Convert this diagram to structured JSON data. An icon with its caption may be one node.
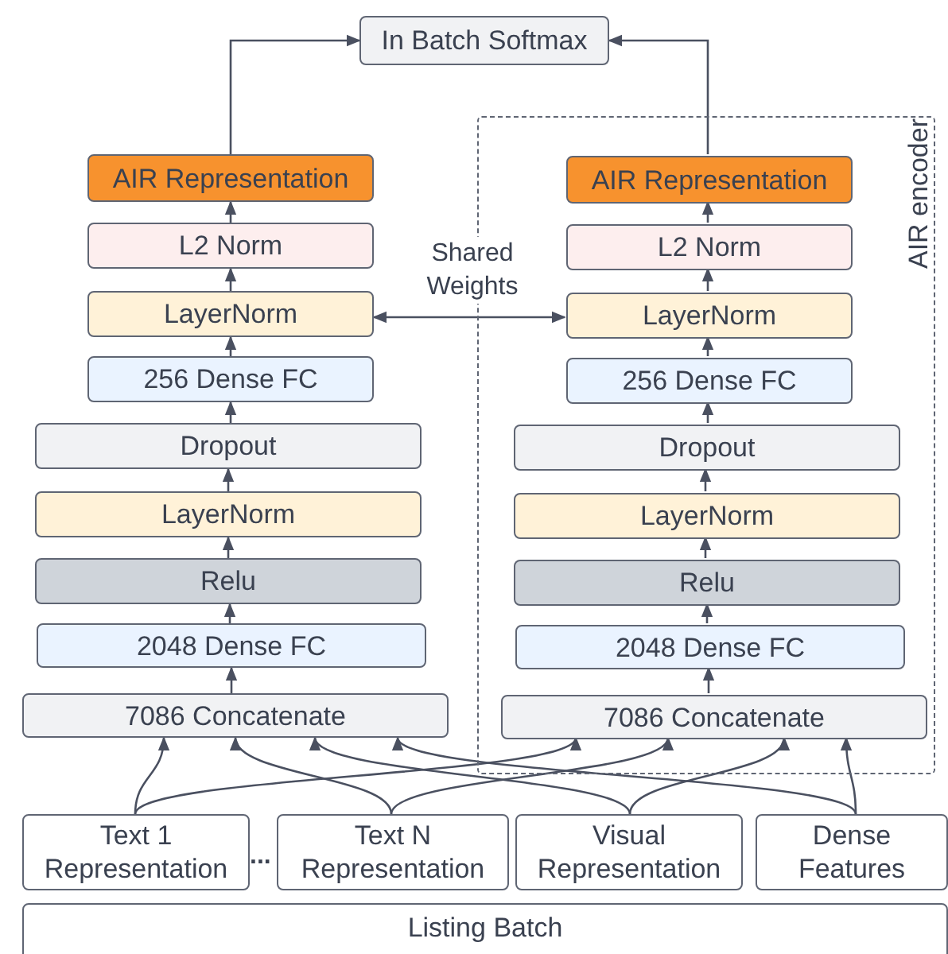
{
  "diagram": {
    "nodes": [
      {
        "text": [
          "In Batch Softmax"
        ]
      },
      {
        "text": [
          "AIR Representation"
        ]
      },
      {
        "text": [
          "L2 Norm"
        ]
      },
      {
        "text": [
          "LayerNorm"
        ]
      },
      {
        "text": [
          "256 Dense FC"
        ]
      },
      {
        "text": [
          "Dropout"
        ]
      },
      {
        "text": [
          "LayerNorm"
        ]
      },
      {
        "text": [
          "Relu"
        ]
      },
      {
        "text": [
          "2048 Dense FC"
        ]
      },
      {
        "text": [
          "7086 Concatenate"
        ]
      },
      {
        "text": [
          "AIR encoder"
        ]
      },
      {
        "text": [
          "AIR Representation"
        ],
        "in": 10
      },
      {
        "text": [
          "L2 Norm"
        ],
        "in": 10
      },
      {
        "text": [
          "LayerNorm"
        ],
        "in": 10
      },
      {
        "text": [
          "256 Dense FC"
        ],
        "in": 10
      },
      {
        "text": [
          "Dropout"
        ],
        "in": 10
      },
      {
        "text": [
          "LayerNorm"
        ],
        "in": 10
      },
      {
        "text": [
          "Relu"
        ],
        "in": 10
      },
      {
        "text": [
          "2048 Dense FC"
        ],
        "in": 10
      },
      {
        "text": [
          "7086 Concatenate"
        ],
        "in": 10
      },
      {
        "text": [
          "Text 1 Representation"
        ]
      },
      {
        "text": [
          "Text N Representation"
        ]
      },
      {
        "text": [
          "Visual Representation"
        ]
      },
      {
        "text": [
          "Dense Features"
        ]
      },
      {
        "text": [
          "Listing Batch"
        ]
      }
    ],
    "edges": [
      {
        "from": 9,
        "to": 8,
        "arrow": "to"
      },
      {
        "from": 8,
        "to": 7,
        "arrow": "to"
      },
      {
        "from": 7,
        "to": 6,
        "arrow": "to"
      },
      {
        "from": 6,
        "to": 5,
        "arrow": "to"
      },
      {
        "from": 5,
        "to": 4,
        "arrow": "to"
      },
      {
        "from": 4,
        "to": 3,
        "arrow": "to"
      },
      {
        "from": 3,
        "to": 2,
        "arrow": "to"
      },
      {
        "from": 2,
        "to": 1,
        "arrow": "to"
      },
      {
        "from": 1,
        "to": 0,
        "arrow": "to"
      },
      {
        "from": 19,
        "to": 18,
        "arrow": "to"
      },
      {
        "from": 18,
        "to": 17,
        "arrow": "to"
      },
      {
        "from": 17,
        "to": 16,
        "arrow": "to"
      },
      {
        "from": 16,
        "to": 15,
        "arrow": "to"
      },
      {
        "from": 15,
        "to": 14,
        "arrow": "to"
      },
      {
        "from": 14,
        "to": 13,
        "arrow": "to"
      },
      {
        "from": 13,
        "to": 12,
        "arrow": "to"
      },
      {
        "from": 12,
        "to": 11,
        "arrow": "to"
      },
      {
        "from": 11,
        "to": 0,
        "arrow": "to"
      },
      {
        "from": 3,
        "to": 13,
        "arrow": "both",
        "label": "Shared Weights"
      },
      {
        "from": 20,
        "to": 9,
        "arrow": "to"
      },
      {
        "from": 20,
        "to": 19,
        "arrow": "to"
      },
      {
        "from": 21,
        "to": 9,
        "arrow": "to"
      },
      {
        "from": 21,
        "to": 19,
        "arrow": "to"
      },
      {
        "from": 22,
        "to": 9,
        "arrow": "to"
      },
      {
        "from": 22,
        "to": 19,
        "arrow": "to"
      },
      {
        "from": 23,
        "to": 9,
        "arrow": "to"
      },
      {
        "from": 23,
        "to": 19,
        "arrow": "to"
      }
    ],
    "labels": [
      "..."
    ]
  }
}
